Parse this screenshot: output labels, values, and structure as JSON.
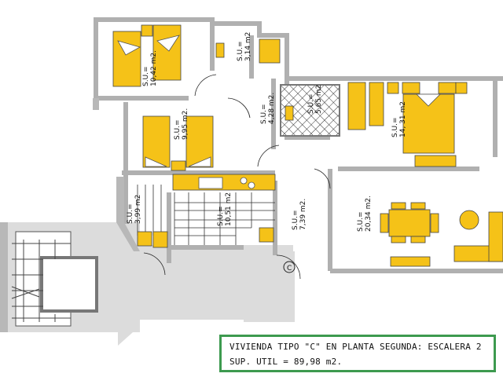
{
  "plan": {
    "title": "VIVIENDA TIPO \"C\" EN PLANTA SEGUNDA: ESCALERA 2",
    "total_area_label": "SUP. UTIL = 89,98 m2.",
    "colors": {
      "furniture": "#f5c218",
      "wall": "#b8b8b8",
      "common_area": "#dcdcdc",
      "legend_border": "#3d9a4f"
    },
    "rooms": [
      {
        "id": "bedroom-2",
        "label1": "S.U.=",
        "label2": "10,42 m2."
      },
      {
        "id": "bathroom-2",
        "label1": "S.U.=",
        "label2": "3,14 m2"
      },
      {
        "id": "bedroom-3",
        "label1": "S.U.=",
        "label2": "9,95 m2."
      },
      {
        "id": "hall",
        "label1": "S.U.=",
        "label2": "4,28 m2."
      },
      {
        "id": "bathroom-1",
        "label1": "S.U.=",
        "label2": "5,65 m2"
      },
      {
        "id": "master-bedroom",
        "label1": "S.U.=",
        "label2": "14, 31 m2"
      },
      {
        "id": "laundry",
        "label1": "S.U.=",
        "label2": "3,99 m2"
      },
      {
        "id": "kitchen",
        "label1": "S.U.=",
        "label2": "10,51 m2"
      },
      {
        "id": "corridor",
        "label1": "S.U.=",
        "label2": "7,39 m2."
      },
      {
        "id": "living-room",
        "label1": "S.U.=",
        "label2": "20,34 m2."
      }
    ],
    "door_mark": "C"
  }
}
